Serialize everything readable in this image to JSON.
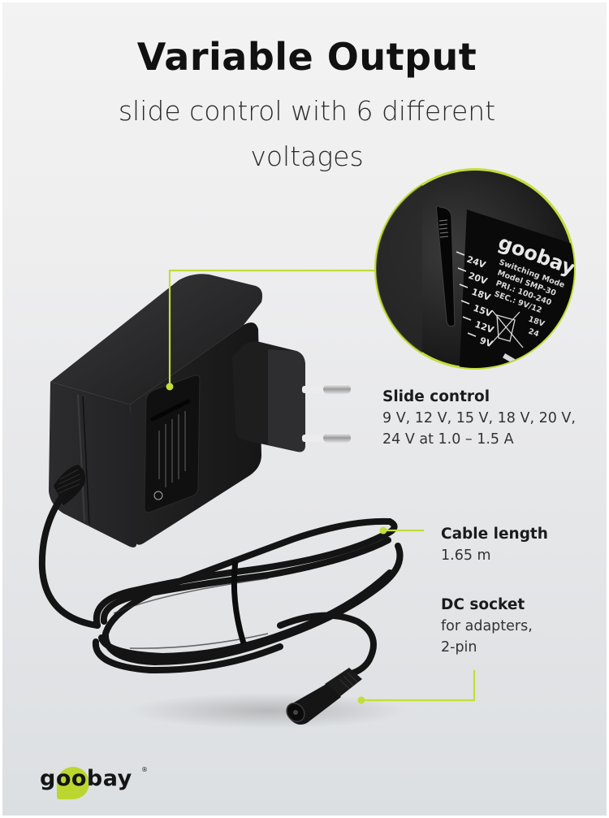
{
  "header": {
    "title": "Variable Output",
    "subtitle_line1": "slide control with 6 different",
    "subtitle_line2": "voltages"
  },
  "zoom_detail": {
    "voltage_marks": [
      "24V",
      "20V",
      "18V",
      "15V",
      "12V",
      "9V"
    ],
    "label_brand": "goobay",
    "label_lines": [
      "Switching Mode",
      "Model SMP-30",
      "PRI.: 100-240",
      "SEC.: 9V/12",
      "18V",
      "24"
    ]
  },
  "callouts": {
    "slide": {
      "heading": "Slide control",
      "line1": "9 V, 12 V, 15 V, 18 V, 20 V,",
      "line2": "24 V at 1.0 – 1.5 A"
    },
    "cable": {
      "heading": "Cable length",
      "line1": "1.65 m"
    },
    "socket": {
      "heading": "DC socket",
      "line1": "for adapters,",
      "line2": "2-pin"
    }
  },
  "brand": {
    "logo_text": "goobay",
    "registered": "®"
  },
  "colors": {
    "accent": "#c3dd3a",
    "text": "#111111",
    "product": "#1c1c1c"
  }
}
